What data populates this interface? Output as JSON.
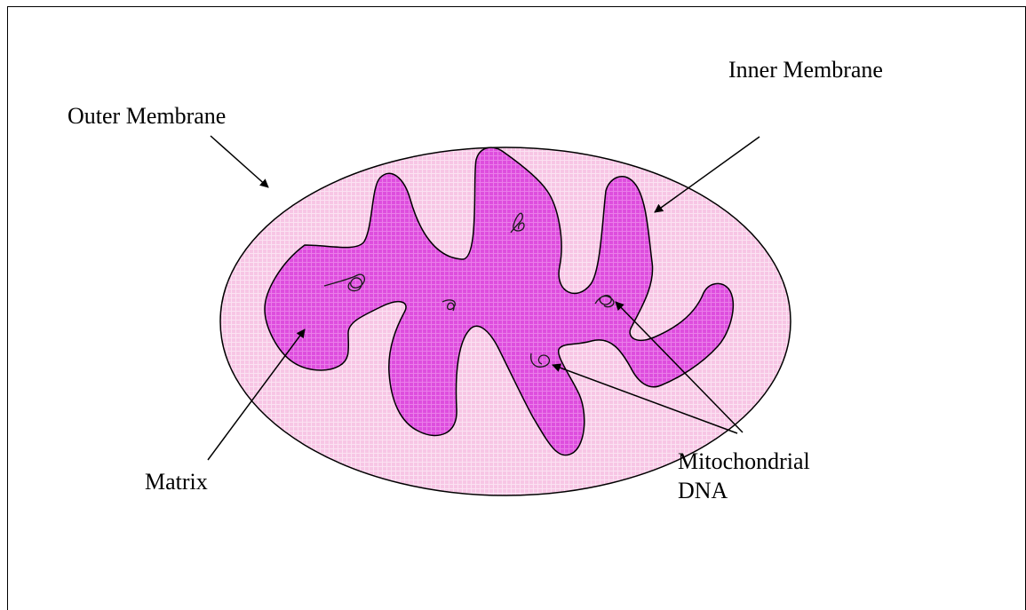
{
  "diagram": {
    "labels": {
      "outer_membrane": "Outer Membrane",
      "inner_membrane": "Inner Membrane",
      "matrix": "Matrix",
      "mito_dna_line1": "Mitochondrial",
      "mito_dna_line2": "DNA"
    },
    "colors": {
      "outer_fill": "#f7c8e6",
      "outer_grid": "#f9d8ee",
      "inner_fill": "#e050e0",
      "inner_grid": "#e873e8",
      "stroke": "#000000"
    }
  }
}
